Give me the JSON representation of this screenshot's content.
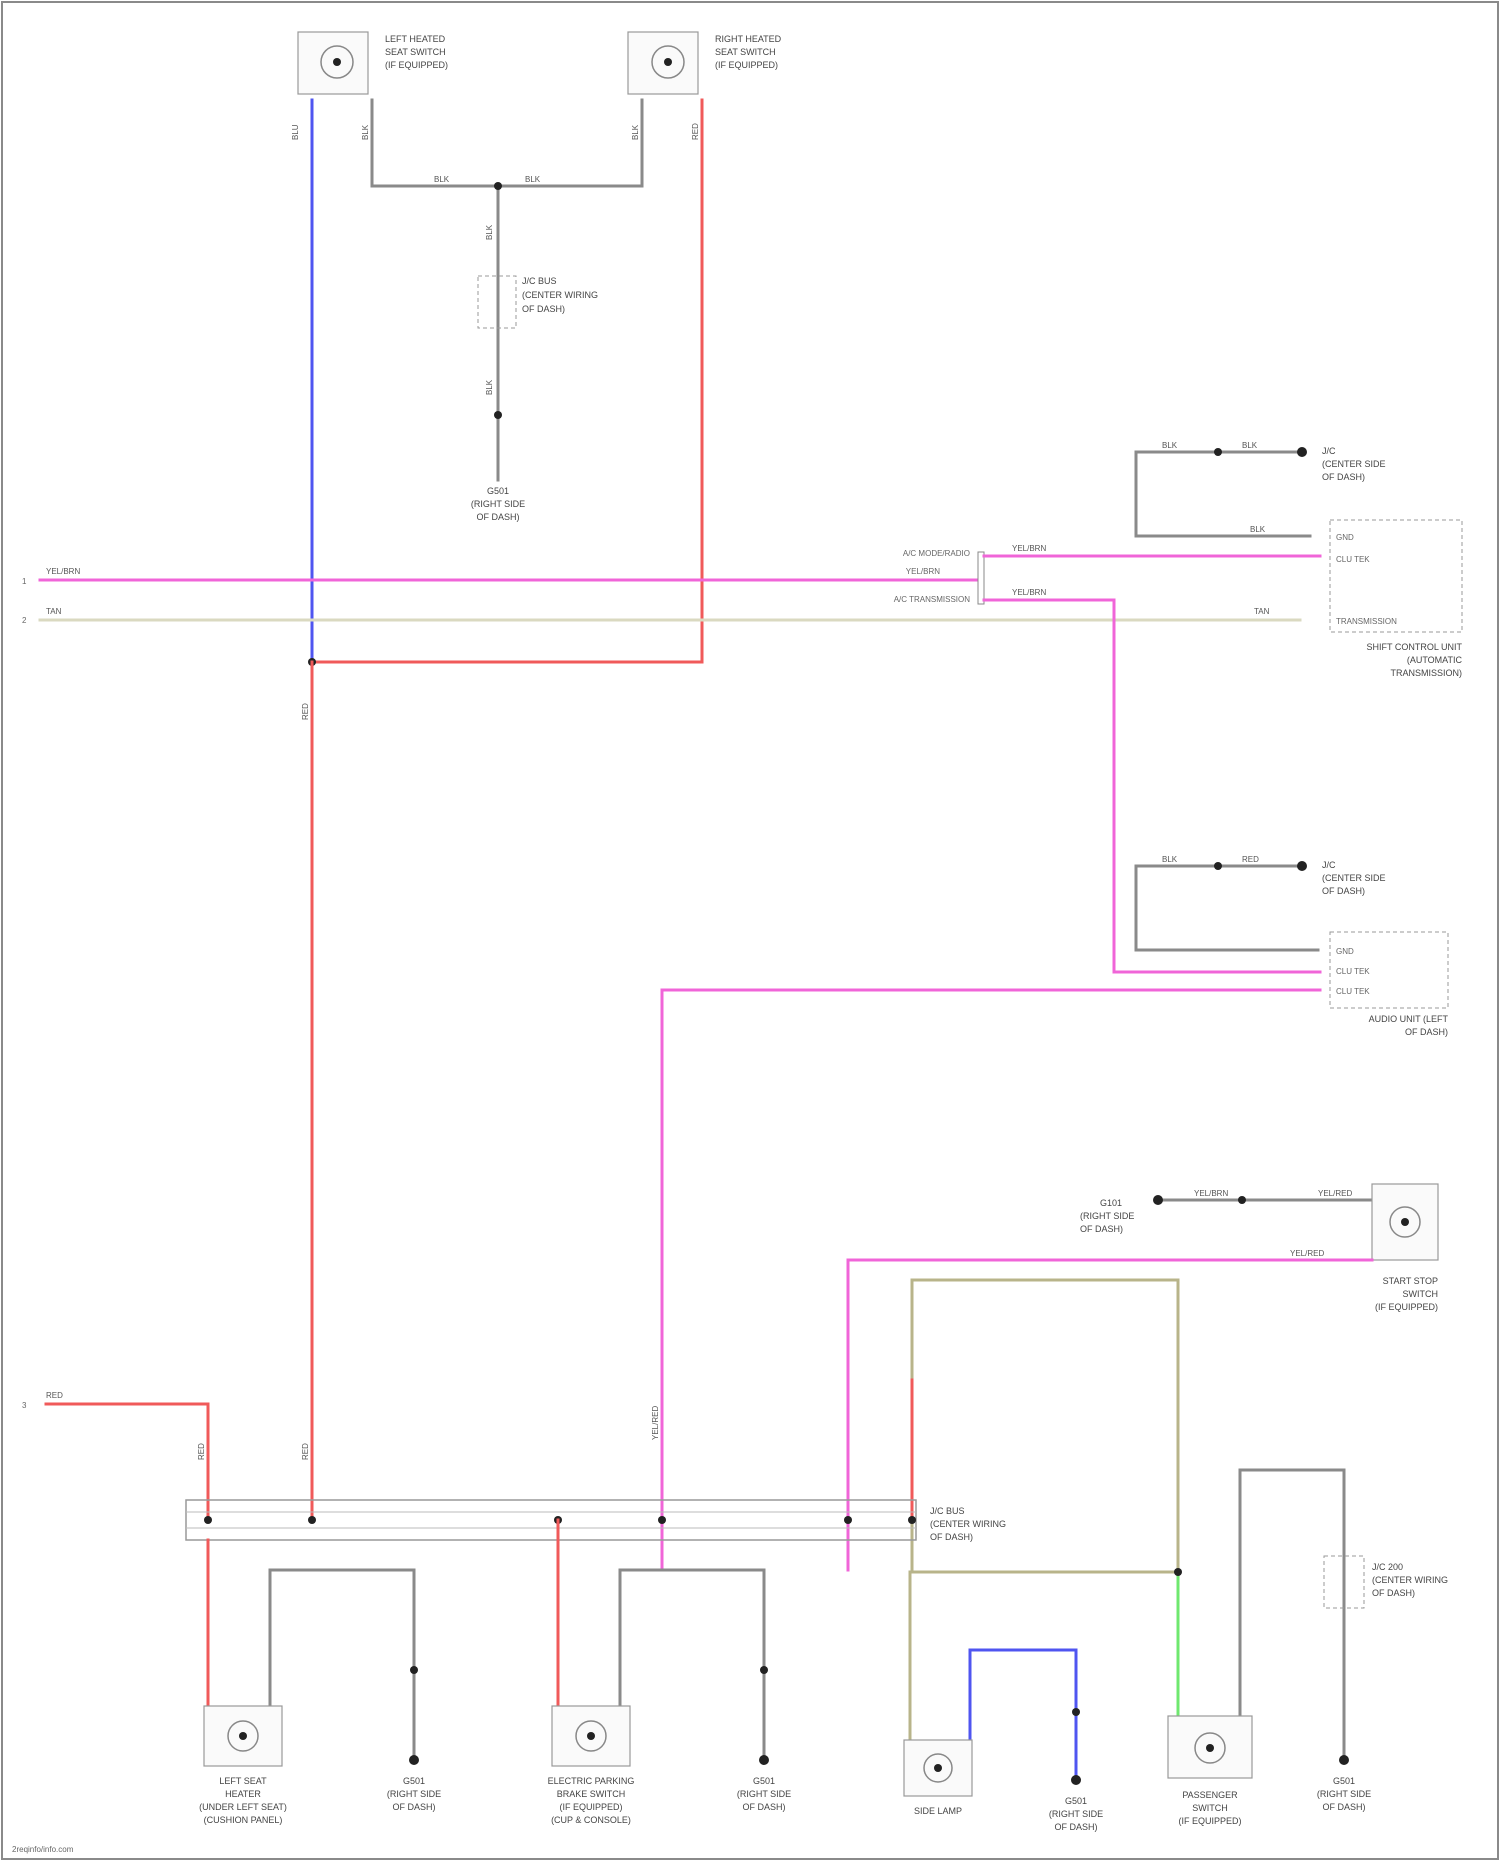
{
  "diagram": {
    "frame_color": "#8a8a8a",
    "colors": {
      "gray": "#8a8a8a",
      "red": "#f05a5a",
      "blue": "#4f55f0",
      "pink": "#f065d8",
      "tan": "#dad9c0",
      "olive": "#b8b48a",
      "green": "#6fe86f"
    },
    "components": {
      "left_heater": [
        "LEFT HEATED",
        "SEAT SWITCH",
        "(IF EQUIPPED)"
      ],
      "right_heater": [
        "RIGHT HEATED",
        "SEAT SWITCH",
        "(IF EQUIPPED)"
      ],
      "joint_top": [
        "J/C BUS",
        "(CENTER WIRING",
        "OF DASH)"
      ],
      "ground_top": [
        "G501",
        "(RIGHT SIDE",
        "OF DASH)"
      ],
      "splice_top_right": [
        "J/C",
        "(CENTER SIDE",
        "OF DASH)"
      ],
      "ecu_top": [
        "SHIFT CONTROL UNIT",
        "(AUTOMATIC",
        "TRANSMISSION)"
      ],
      "splice_mid_right": [
        "J/C",
        "(CENTER SIDE",
        "OF DASH)"
      ],
      "ecu_mid": [
        "AUDIO UNIT (LEFT",
        "OF DASH)"
      ],
      "ground_right": [
        "G101",
        "(RIGHT SIDE",
        "OF DASH)"
      ],
      "start_stop": [
        "START STOP",
        "SWITCH",
        "(IF EQUIPPED)"
      ],
      "joint_bottom": [
        "J/C BUS",
        "(CENTER WIRING",
        "OF DASH)"
      ],
      "joint_bottom_right": [
        "J/C 200",
        "(CENTER WIRING",
        "OF DASH)"
      ],
      "comp_left": [
        "LEFT SEAT",
        "HEATER",
        "(UNDER LEFT SEAT)",
        "(CUSHION PANEL)"
      ],
      "comp_mid": [
        "ELECTRIC PARKING",
        "BRAKE SWITCH",
        "(IF EQUIPPED)",
        "(CUP & CONSOLE)"
      ],
      "comp_lamp": [
        "SIDE LAMP"
      ],
      "comp_right": [
        "PASSENGER",
        "SWITCH",
        "(IF EQUIPPED)"
      ],
      "ground_b1": [
        "G501",
        "(RIGHT SIDE",
        "OF DASH)"
      ],
      "ground_b2": [
        "G501",
        "(RIGHT SIDE",
        "OF DASH)"
      ],
      "ground_b3": [
        "G501",
        "(RIGHT SIDE",
        "OF DASH)"
      ],
      "ground_b4": [
        "G501",
        "(RIGHT SIDE",
        "OF DASH)"
      ]
    },
    "wire_labels": {
      "w1": "BLU",
      "w2": "BLK",
      "w3": "BLK",
      "w4": "RED",
      "w5": "BLK",
      "w6": "BLK",
      "w7": "BLK",
      "w8": "BLK",
      "w9": "YEL/BRN",
      "w10": "TAN",
      "w11": "RED",
      "w12": "YEL/BRN",
      "w13": "YEL/BRN",
      "w14": "BLK",
      "w15": "BLK",
      "w16": "TAN",
      "w17": "BLK",
      "w18": "BLK",
      "w19": "RED",
      "w20": "YEL/BRN",
      "w21": "YEL/RED",
      "w22": "RED",
      "w23": "RED",
      "w24": "RED",
      "w25": "YEL/RED",
      "w26": "YEL/RED"
    },
    "terminals": {
      "t_yelbrn": "A/C MODE/RADIO",
      "t_tan": "A/C TRANSMISSION",
      "t_yelbrn2": "YEL/BRN",
      "pin_a": "GND",
      "pin_b": "CLU TEK",
      "pin_c": "TRANSMISSION",
      "pin_d": "GND",
      "pin_e": "CLU TEK",
      "pin_f": "CLU TEK"
    },
    "footer": "2reqinfo/info.com"
  }
}
